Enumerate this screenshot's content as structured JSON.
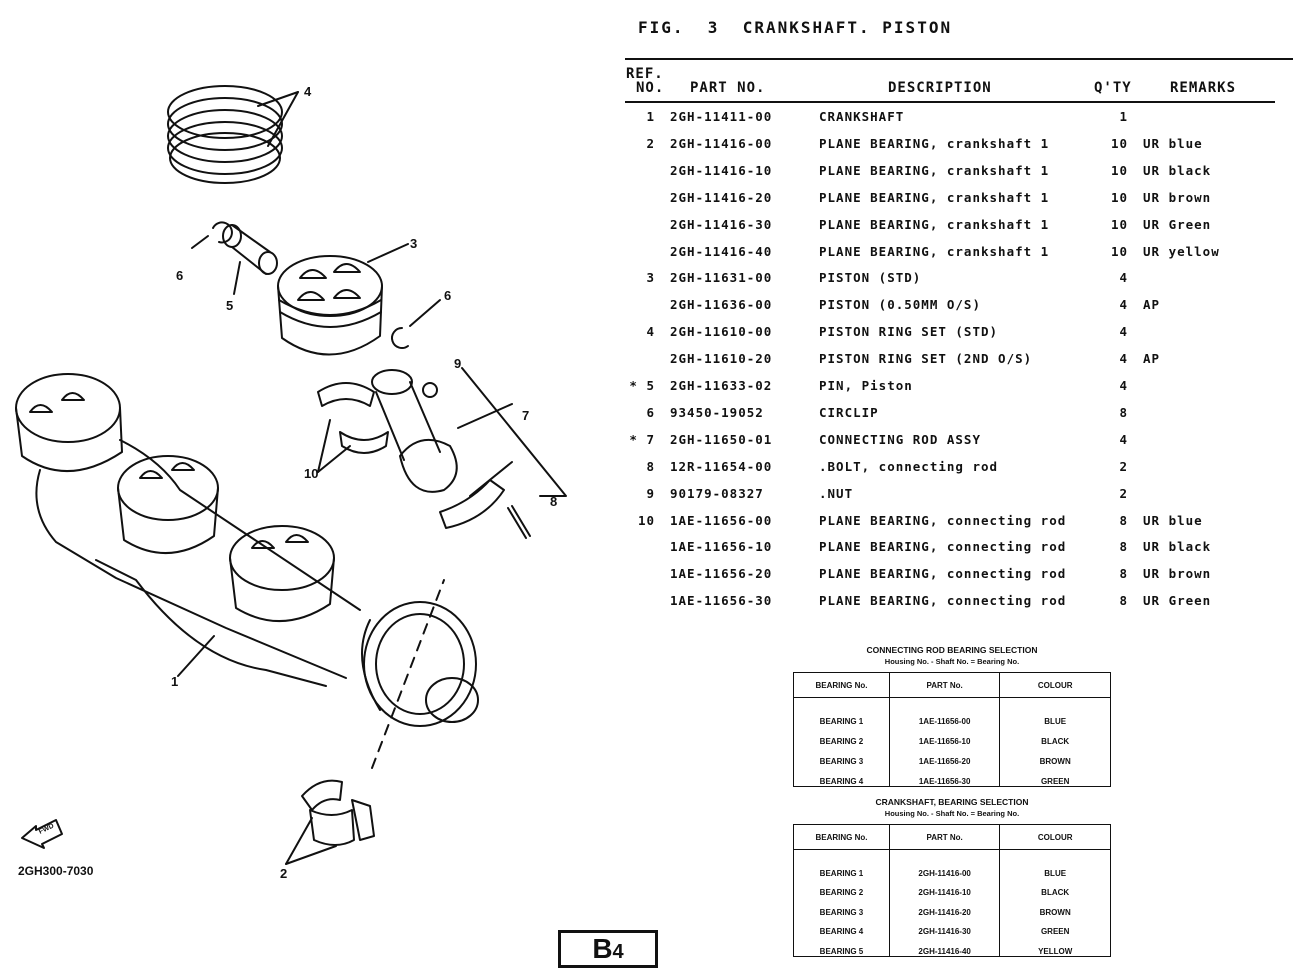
{
  "header": {
    "fig_title": "FIG.  3  CRANKSHAFT. PISTON",
    "col_ref_line1": "REF.",
    "col_ref_line2": "NO.",
    "col_part_no": "PART NO.",
    "col_description": "DESCRIPTION",
    "col_qty": "Q'TY",
    "col_remarks": "REMARKS"
  },
  "parts": [
    {
      "ref": "1",
      "part_no": "2GH-11411-00",
      "description": "CRANKSHAFT",
      "qty": "1",
      "remarks": ""
    },
    {
      "ref": "2",
      "part_no": "2GH-11416-00",
      "description": "PLANE BEARING, crankshaft 1",
      "qty": "10",
      "remarks": "UR blue"
    },
    {
      "ref": "",
      "part_no": "2GH-11416-10",
      "description": "PLANE BEARING, crankshaft 1",
      "qty": "10",
      "remarks": "UR black"
    },
    {
      "ref": "",
      "part_no": "2GH-11416-20",
      "description": "PLANE BEARING, crankshaft 1",
      "qty": "10",
      "remarks": "UR brown"
    },
    {
      "ref": "",
      "part_no": "2GH-11416-30",
      "description": "PLANE BEARING, crankshaft 1",
      "qty": "10",
      "remarks": "UR Green"
    },
    {
      "ref": "",
      "part_no": "2GH-11416-40",
      "description": "PLANE BEARING, crankshaft 1",
      "qty": "10",
      "remarks": "UR yellow"
    },
    {
      "ref": "3",
      "part_no": "2GH-11631-00",
      "description": "PISTON (STD)",
      "qty": "4",
      "remarks": ""
    },
    {
      "ref": "",
      "part_no": "2GH-11636-00",
      "description": "PISTON (0.50MM O/S)",
      "qty": "4",
      "remarks": "AP"
    },
    {
      "ref": "4",
      "part_no": "2GH-11610-00",
      "description": "PISTON RING SET (STD)",
      "qty": "4",
      "remarks": ""
    },
    {
      "ref": "",
      "part_no": "2GH-11610-20",
      "description": "PISTON RING SET (2ND O/S)",
      "qty": "4",
      "remarks": "AP"
    },
    {
      "ref": "* 5",
      "part_no": "2GH-11633-02",
      "description": "PIN, Piston",
      "qty": "4",
      "remarks": ""
    },
    {
      "ref": "6",
      "part_no": "93450-19052",
      "description": "CIRCLIP",
      "qty": "8",
      "remarks": ""
    },
    {
      "ref": "* 7",
      "part_no": "2GH-11650-01",
      "description": "CONNECTING ROD ASSY",
      "qty": "4",
      "remarks": ""
    },
    {
      "ref": "8",
      "part_no": "12R-11654-00",
      "description": ".BOLT, connecting rod",
      "qty": "2",
      "remarks": ""
    },
    {
      "ref": "9",
      "part_no": "90179-08327",
      "description": ".NUT",
      "qty": "2",
      "remarks": ""
    },
    {
      "ref": "10",
      "part_no": "1AE-11656-00",
      "description": "PLANE BEARING, connecting rod",
      "qty": "8",
      "remarks": "UR blue"
    },
    {
      "ref": "",
      "part_no": "1AE-11656-10",
      "description": "PLANE BEARING, connecting rod",
      "qty": "8",
      "remarks": "UR black"
    },
    {
      "ref": "",
      "part_no": "1AE-11656-20",
      "description": "PLANE BEARING, connecting rod",
      "qty": "8",
      "remarks": "UR brown"
    },
    {
      "ref": "",
      "part_no": "1AE-11656-30",
      "description": "PLANE BEARING, connecting rod",
      "qty": "8",
      "remarks": "UR Green"
    }
  ],
  "conrod_selection": {
    "title": "CONNECTING ROD BEARING SELECTION",
    "subtitle": "Housing No. - Shaft No. = Bearing No.",
    "headers": [
      "BEARING No.",
      "PART No.",
      "COLOUR"
    ],
    "rows": [
      [
        "BEARING 1",
        "1AE-11656-00",
        "BLUE"
      ],
      [
        "BEARING 2",
        "1AE-11656-10",
        "BLACK"
      ],
      [
        "BEARING 3",
        "1AE-11656-20",
        "BROWN"
      ],
      [
        "BEARING 4",
        "1AE-11656-30",
        "GREEN"
      ]
    ]
  },
  "crank_selection": {
    "title": "CRANKSHAFT, BEARING SELECTION",
    "subtitle": "Housing No. - Shaft No. = Bearing No.",
    "headers": [
      "BEARING No.",
      "PART No.",
      "COLOUR"
    ],
    "rows": [
      [
        "BEARING 1",
        "2GH-11416-00",
        "BLUE"
      ],
      [
        "BEARING 2",
        "2GH-11416-10",
        "BLACK"
      ],
      [
        "BEARING 3",
        "2GH-11416-20",
        "BROWN"
      ],
      [
        "BEARING 4",
        "2GH-11416-30",
        "GREEN"
      ],
      [
        "BEARING 5",
        "2GH-11416-40",
        "YELLOW"
      ]
    ]
  },
  "diagram": {
    "callouts": [
      "1",
      "2",
      "3",
      "4",
      "5",
      "6",
      "6",
      "7",
      "8",
      "9",
      "10"
    ],
    "fwd_label": "FWD",
    "drawing_code": "2GH300-7030"
  },
  "page_label_main": "B",
  "page_label_sub": "4"
}
